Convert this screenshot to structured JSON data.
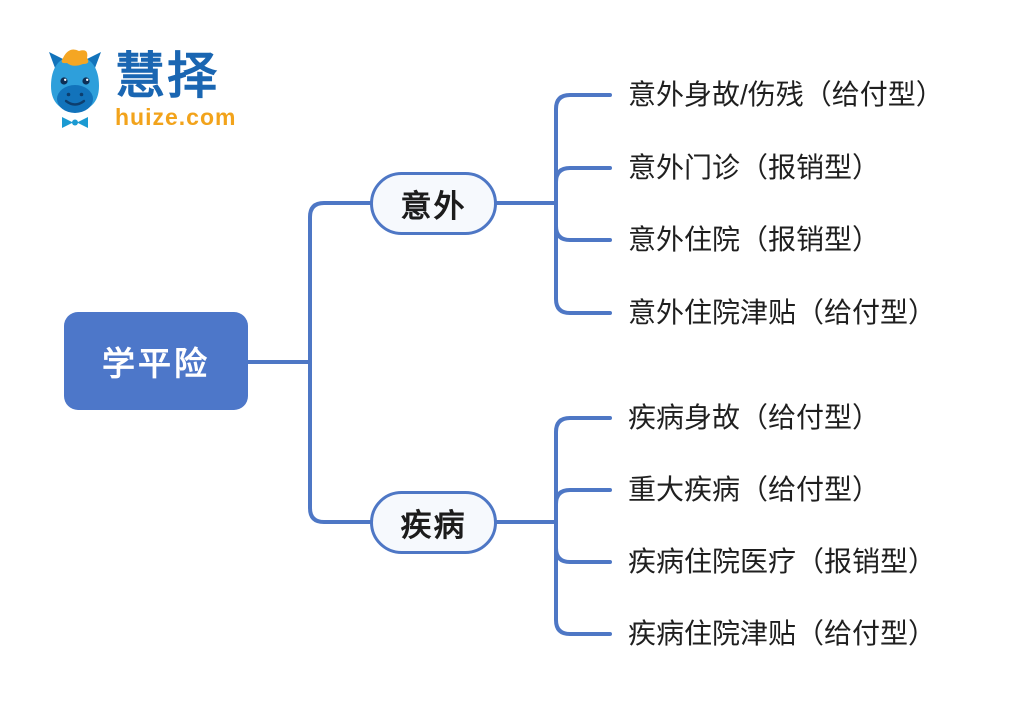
{
  "logo": {
    "brand": "慧择",
    "domain": "huize.com",
    "mascot": "blue-horse-mascot"
  },
  "mindmap": {
    "root": {
      "label": "学平险"
    },
    "branches": [
      {
        "label": "意外",
        "leaves": [
          "意外身故/伤残（给付型）",
          "意外门诊（报销型）",
          "意外住院（报销型）",
          "意外住院津贴（给付型）"
        ]
      },
      {
        "label": "疾病",
        "leaves": [
          "疾病身故（给付型）",
          "重大疾病（给付型）",
          "疾病住院医疗（报销型）",
          "疾病住院津贴（给付型）"
        ]
      }
    ]
  },
  "colors": {
    "root_fill": "#4d77c9",
    "connector_blue": "#4e77c5",
    "pill_border": "#4e77c5",
    "pill_fill": "#f6f9fd",
    "text_dark": "#1f1f1f",
    "logo_blue": "#1a66b2",
    "logo_orange": "#f2a31b",
    "mascot_head": "#2e9fdb",
    "mascot_muzzle": "#1273bb",
    "mascot_mane": "#f5a623",
    "background": "#ffffff"
  }
}
